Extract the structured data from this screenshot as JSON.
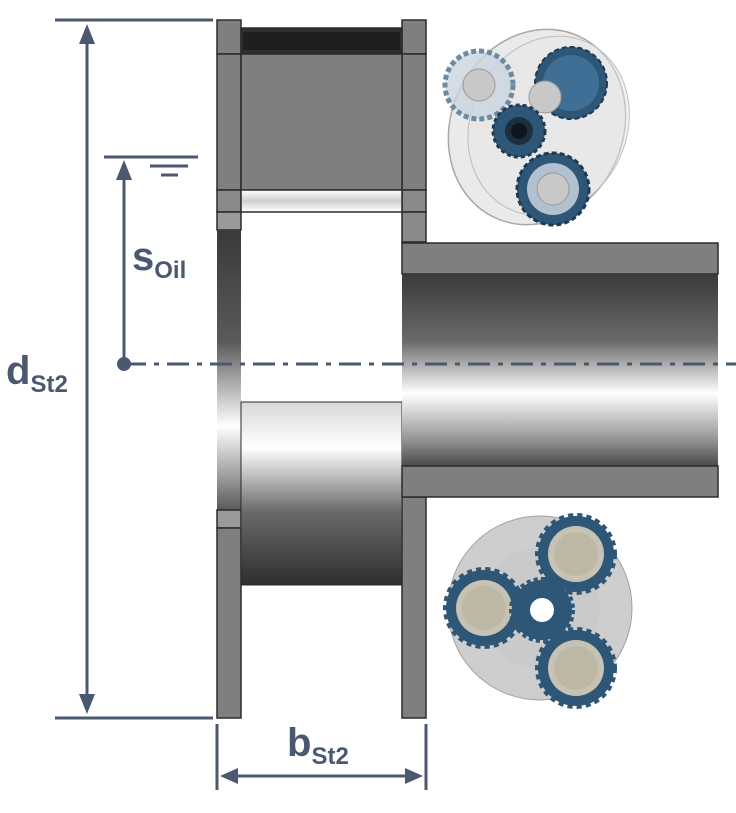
{
  "labels": {
    "d": {
      "main": "d",
      "sub": "St2"
    },
    "s": {
      "main": "s",
      "sub": "Oil"
    },
    "b": {
      "main": "b",
      "sub": "St2"
    }
  },
  "colors": {
    "dimension": "#4a5870",
    "part_fill": "#7f7f7f",
    "part_stroke": "#2b2b2b",
    "gear_blue": "#2e5677",
    "gear_gray": "#bdbdbd"
  },
  "icons": {
    "gear_top": "planetary-gear-3d-icon",
    "gear_bottom": "planetary-gear-front-icon",
    "oil_level": "oil-level-symbol"
  }
}
